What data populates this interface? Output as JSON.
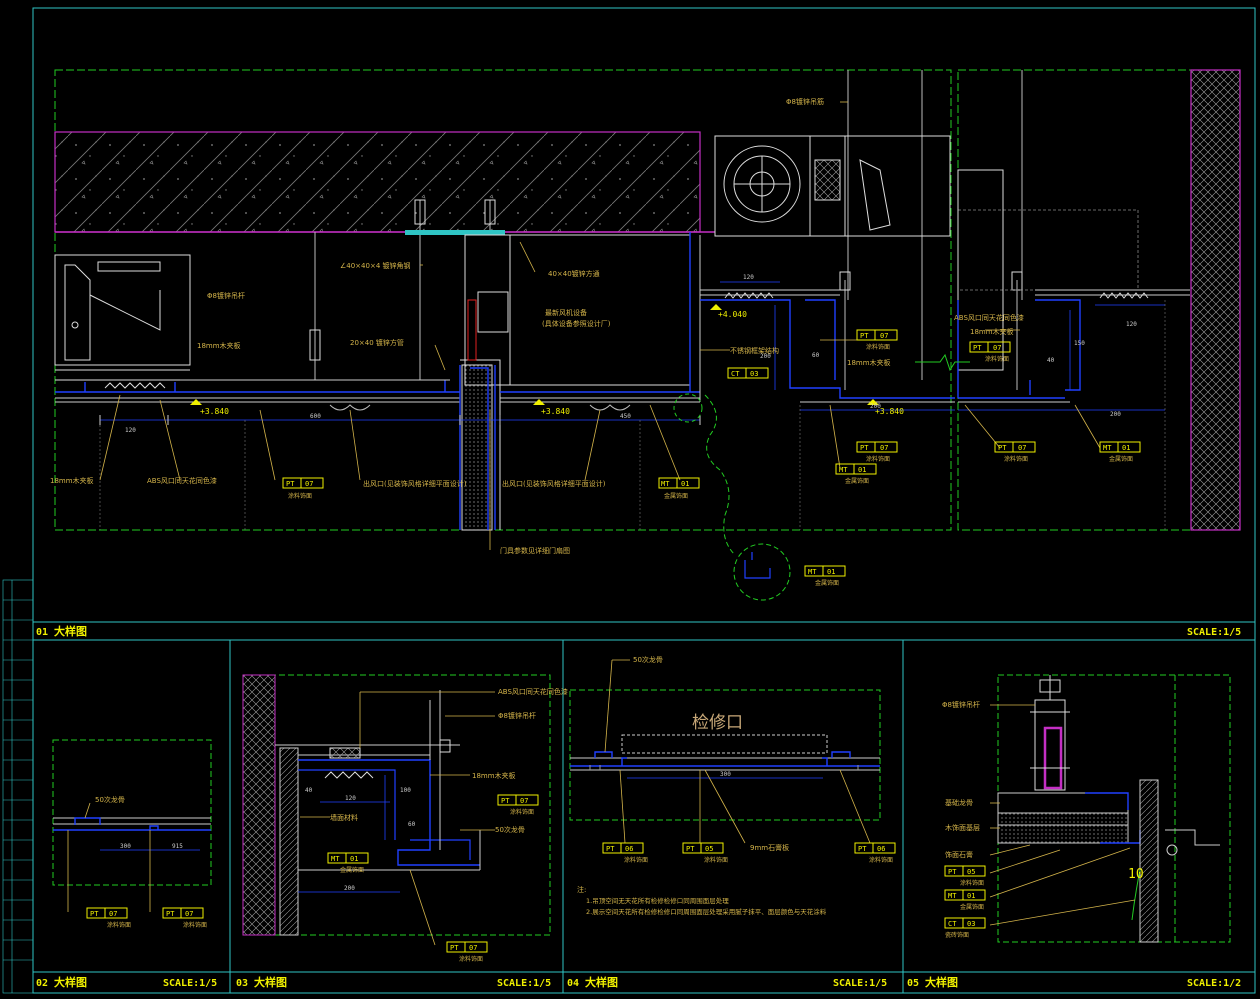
{
  "detail_01": {
    "number": "01",
    "title": "大样图",
    "scale": "SCALE:1/5",
    "notes": {
      "hanger_bolt_top": "Φ8镀锌吊筋",
      "angle_steel": "∠40×40×4 镀锌角钢",
      "square_tube": "40×40镀锌方通",
      "hanger_bolt_left": "Φ8镀锌吊杆",
      "wood_plate": "18mm木夹板",
      "square_tube_small": "20×40 镀锌方管",
      "equipment": "最新风机设备",
      "equipment_note": "(具体设备参照设计厂)",
      "steel_frame": "不锈钢框架结构",
      "wood_plate_right": "18mm木夹板",
      "wood_plate_far": "18mm木夹板",
      "abs_right": "ABS风口同天花同色漆",
      "wood_plate_bottom_left": "18mm木夹板",
      "abs_bottom_left": "ABS风口同天花同色漆",
      "vent_left": "出风口(见装饰风格详细平面设计)",
      "vent_mid": "出风口(见装饰风格详细平面设计)",
      "door_note": "门具参数见详细门扇图"
    },
    "elevations": [
      "+3.840",
      "+3.840",
      "+4.040",
      "+3.840"
    ],
    "dimensions": [
      "600",
      "120",
      "450",
      "120",
      "200",
      "60",
      "200",
      "120",
      "40",
      "200",
      "150"
    ],
    "tags": [
      {
        "code": "PT",
        "num": "07",
        "desc": "涂料饰面"
      },
      {
        "code": "MT",
        "num": "01",
        "desc": "金属饰面"
      },
      {
        "code": "CT",
        "num": "03",
        "desc": ""
      },
      {
        "code": "PT",
        "num": "07",
        "desc": "涂料饰面"
      },
      {
        "code": "PT",
        "num": "07",
        "desc": "涂料饰面"
      },
      {
        "code": "MT",
        "num": "01",
        "desc": "金属饰面"
      },
      {
        "code": "PT",
        "num": "07",
        "desc": "涂料饰面"
      },
      {
        "code": "PT",
        "num": "07",
        "desc": "涂料饰面"
      },
      {
        "code": "MT",
        "num": "01",
        "desc": "金属饰面"
      },
      {
        "code": "MT",
        "num": "01",
        "desc": "金属饰面"
      }
    ]
  },
  "detail_02": {
    "number": "02",
    "title": "大样图",
    "scale": "SCALE:1/5",
    "note_board": "50次龙骨",
    "dims": [
      "300",
      "915"
    ],
    "tags": [
      {
        "code": "PT",
        "num": "07",
        "desc": "涂料饰面"
      },
      {
        "code": "PT",
        "num": "07",
        "desc": "涂料饰面"
      }
    ]
  },
  "detail_03": {
    "number": "03",
    "title": "大样图",
    "scale": "SCALE:1/5",
    "notes": {
      "abs": "ABS风口同天花同色漆",
      "hanger": "Φ8镀锌吊杆",
      "board": "18mm木夹板",
      "keel": "50次龙骨",
      "wall": "墙面材料"
    },
    "dims": [
      "40",
      "120",
      "100",
      "60",
      "200"
    ],
    "tags": [
      {
        "code": "PT",
        "num": "07",
        "desc": "涂料饰面"
      },
      {
        "code": "MT",
        "num": "01",
        "desc": "金属饰面"
      },
      {
        "code": "PT",
        "num": "07",
        "desc": "涂料饰面"
      }
    ]
  },
  "detail_04": {
    "number": "04",
    "title": "大样图",
    "scale": "SCALE:1/5",
    "keel": "50次龙骨",
    "hatch": "检修口",
    "dim": "300",
    "board": "9mm石膏板",
    "notes_title": "注:",
    "note_1": "1.吊顶空间无天花所有检修检修口同周围面层处理",
    "note_2": "2.展示空间天花所有检修检修口同周围面层处理采用腻子抹平、面层颜色与天花涂料",
    "tags": [
      {
        "code": "PT",
        "num": "06",
        "desc": "涂料饰面"
      },
      {
        "code": "PT",
        "num": "05",
        "desc": "涂料饰面"
      },
      {
        "code": "PT",
        "num": "06",
        "desc": "涂料饰面"
      }
    ]
  },
  "detail_05": {
    "number": "05",
    "title": "大样图",
    "scale": "SCALE:1/2",
    "notes": {
      "hanger": "Φ8镀锌吊杆",
      "keel": "基础龙骨",
      "layer": "木饰面基层",
      "board": "饰面石膏"
    },
    "dim": "10",
    "tags": [
      {
        "code": "PT",
        "num": "05",
        "desc": "涂料饰面"
      },
      {
        "code": "MT",
        "num": "01",
        "desc": "金属饰面"
      },
      {
        "code": "CT",
        "num": "03",
        "desc": "瓷砖饰面"
      }
    ]
  },
  "callout": {
    "code": "MT",
    "num": "01",
    "desc": "金属饰面"
  },
  "colors": {
    "frame": "#2fc4c4",
    "viewport": "#22cc22",
    "section": "#2040ff",
    "slab": "#c42fc4",
    "text": "#d4b44a",
    "title": "#f0f000"
  }
}
